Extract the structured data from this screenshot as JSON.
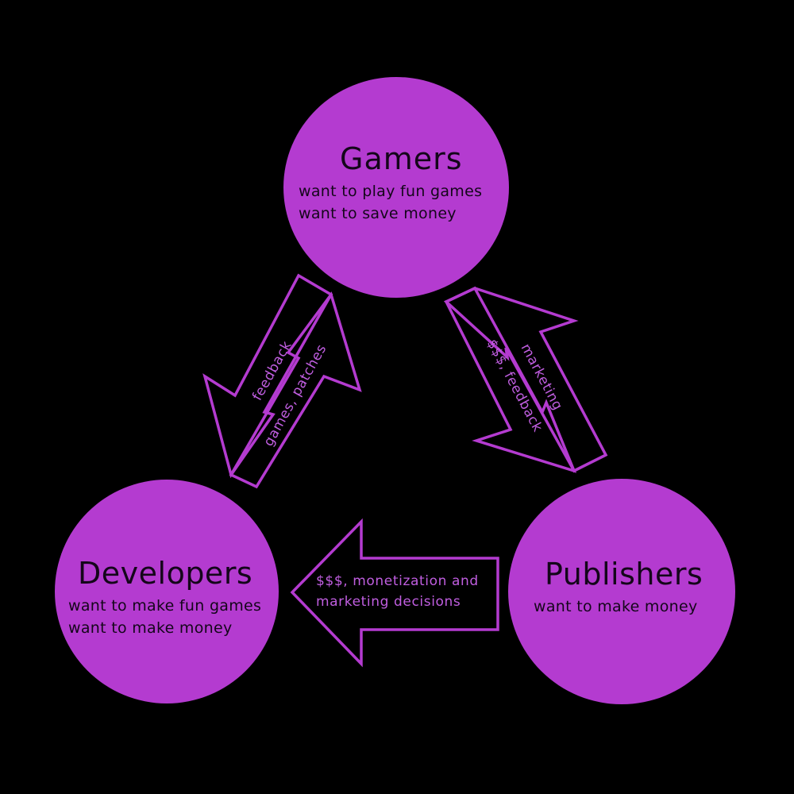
{
  "colors": {
    "background": "#000000",
    "node_fill": "#b43bd0",
    "node_text": "#14061a",
    "arrow_stroke": "#b43bd0",
    "arrow_label": "#c05ee0"
  },
  "nodes": {
    "gamers": {
      "title": "Gamers",
      "lines": [
        "want to play fun games",
        "want to save money"
      ]
    },
    "developers": {
      "title": "Developers",
      "lines": [
        "want to make fun games",
        "want to make money"
      ]
    },
    "publishers": {
      "title": "Publishers",
      "lines": [
        "want to make money"
      ]
    }
  },
  "arrows": {
    "developers_gamers": {
      "to_developers_label": "feedback",
      "to_gamers_label": "games, patches"
    },
    "gamers_publishers": {
      "to_gamers_label": "marketing",
      "to_publishers_label": "$$$, feedback"
    },
    "publishers_developers": {
      "label_line1": "$$$, monetization and",
      "label_line2": "marketing decisions"
    }
  }
}
